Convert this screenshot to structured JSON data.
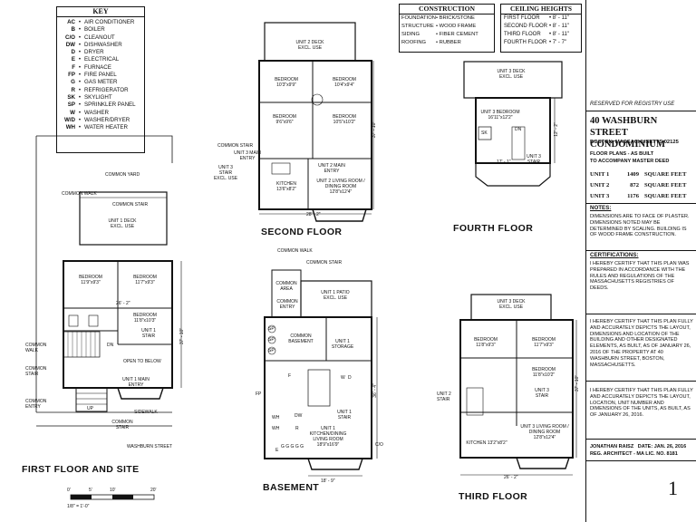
{
  "key": {
    "title": "KEY",
    "items": [
      {
        "code": "AC",
        "label": "AIR CONDITIONER"
      },
      {
        "code": "B",
        "label": "BOILER"
      },
      {
        "code": "C/O",
        "label": "CLEANOUT"
      },
      {
        "code": "DW",
        "label": "DISHWASHER"
      },
      {
        "code": "D",
        "label": "DRYER"
      },
      {
        "code": "E",
        "label": "ELECTRICAL"
      },
      {
        "code": "F",
        "label": "FURNACE"
      },
      {
        "code": "FP",
        "label": "FIRE PANEL"
      },
      {
        "code": "G",
        "label": "GAS METER"
      },
      {
        "code": "R",
        "label": "REFRIGERATOR"
      },
      {
        "code": "SK",
        "label": "SKYLIGHT"
      },
      {
        "code": "SP",
        "label": "SPRINKLER PANEL"
      },
      {
        "code": "W",
        "label": "WASHER"
      },
      {
        "code": "W/D",
        "label": "WASHER/DRYER"
      },
      {
        "code": "WH",
        "label": "WATER HEATER"
      }
    ]
  },
  "construction": {
    "title": "CONSTRUCTION",
    "rows": [
      {
        "label": "FOUNDATION",
        "value": "BRICK/STONE"
      },
      {
        "label": "STRUCTURE",
        "value": "WOOD FRAME"
      },
      {
        "label": "SIDING",
        "value": "FIBER CEMENT"
      },
      {
        "label": "ROOFING",
        "value": "RUBBER"
      }
    ]
  },
  "ceiling": {
    "title": "CEILING HEIGHTS",
    "rows": [
      {
        "label": "FIRST FLOOR",
        "value": "8' - 11\""
      },
      {
        "label": "SECOND FLOOR",
        "value": "8' - 11\""
      },
      {
        "label": "THIRD FLOOR",
        "value": "8' - 11\""
      },
      {
        "label": "FOURTH FLOOR",
        "value": "7' - 7\""
      }
    ]
  },
  "panel": {
    "reserved": "RESERVED FOR REGISTRY USE",
    "title_line1": "40 WASHBURN STREET",
    "title_line2": "CONDOMINIUM",
    "location": "BOSTON, MASSACHUSETTS 02125",
    "subtitle_line1": "FLOOR PLANS - AS BUILT",
    "subtitle_line2": "TO ACCOMPANY MASTER DEED",
    "units": [
      {
        "unit": "UNIT 1",
        "area": "1409",
        "measure": "SQUARE FEET"
      },
      {
        "unit": "UNIT 2",
        "area": "872",
        "measure": "SQUARE FEET"
      },
      {
        "unit": "UNIT 3",
        "area": "1176",
        "measure": "SQUARE FEET"
      }
    ],
    "notes_heading": "NOTES:",
    "notes_text": "DIMENSIONS ARE TO FACE OF PLASTER. DIMENSIONS NOTED MAY BE DETERMINED BY SCALING. BUILDING IS OF WOOD FRAME CONSTRUCTION.",
    "cert_heading": "CERTIFICATIONS:",
    "cert1": "I HEREBY CERTIFY THAT THIS PLAN WAS PREPARED IN ACCORDANCE WITH THE RULES AND REGULATIONS OF THE MASSACHUSETTS REGISTRIES OF DEEDS.",
    "cert2": "I HEREBY CERTIFY THAT THIS PLAN FULLY AND ACCURATELY DEPICTS THE LAYOUT, DIMENSIONS AND LOCATION OF THE BUILDING AND OTHER DESIGNATED ELEMENTS, AS BUILT, AS OF JANUARY 26, 2016 OF THE PROPERTY AT 40 WASHBURN STREET, BOSTON, MASSACHUSETTS.",
    "cert3": "I HEREBY CERTIFY THAT THIS PLAN FULLY AND ACCURATELY DEPICTS THE LAYOUT, LOCATION, UNIT NUMBER AND DIMENSIONS OF THE UNITS, AS BUILT, AS OF JANUARY 26, 2016.",
    "architect": "JONATHAN RAISZ",
    "date": "DATE: JAN. 26, 2016",
    "license": "REG. ARCHITECT - MA LIC. NO. 8181",
    "page_number": "1"
  },
  "titles": {
    "first": "FIRST FLOOR AND SITE",
    "second": "SECOND FLOOR",
    "third": "THIRD FLOOR",
    "fourth": "FOURTH FLOOR",
    "basement": "BASEMENT"
  },
  "scale": {
    "marks": [
      "0'",
      "5'",
      "10'",
      "20'"
    ],
    "ratio": "1/8\" = 1'-0\""
  },
  "first_floor": {
    "common_yard": "COMMON YARD",
    "common_walk": "COMMON WALK",
    "common_stair": "COMMON STAIR",
    "deck": "UNIT 1 DECK EXCL. USE",
    "bedroom_a": "BEDROOM 11'9\"x9'3\"",
    "bedroom_b": "BEDROOM 11'7\"x9'3\"",
    "bedroom_c": "BEDROOM 11'8\"x10'3\"",
    "dim_26": "26' - 2\"",
    "unit_stair": "UNIT 1 STAIR",
    "open_below": "OPEN TO BELOW",
    "main_entry": "UNIT 1 MAIN ENTRY",
    "dn": "DN",
    "up": "UP",
    "left_walk": "COMMON WALK",
    "left_stair": "COMMON STAIR",
    "left_entry": "COMMON ENTRY",
    "sidewalk": "SIDEWALK",
    "bottom_stair": "COMMON STAIR",
    "street": "WASHBURN STREET",
    "dim_37": "37' - 10\""
  },
  "second_floor": {
    "deck": "UNIT 2 DECK EXCL. USE",
    "bedroom_a": "BEDROOM 10'3\"x9'9\"",
    "bedroom_b": "BEDROOM 10'4\"x9'4\"",
    "bedroom_c": "BEDROOM 9'6\"x9'6\"",
    "bedroom_d": "BEDROOM 10'5\"x10'2\"",
    "common_stair": "COMMON STAIR",
    "u3_main": "UNIT 3 MAIN ENTRY",
    "u3_stair": "UNIT 3 STAIR EXCL. USE",
    "u2_main": "UNIT 2 MAIN ENTRY",
    "kitchen": "KITCHEN 13'6\"x8'2\"",
    "living": "UNIT 2 LIVING ROOM / DINING ROOM 12'8\"x12'4\"",
    "dim_w": "28' - 2\"",
    "dim_h": "37' - 10\""
  },
  "fourth_floor": {
    "deck": "UNIT 3 DECK EXCL. USE",
    "bedroom": "UNIT 3 BEDROOM 16'11\"x12'2\"",
    "sk": "SK",
    "dn": "DN",
    "stair": "UNIT 3 STAIR",
    "dim_w": "17' - 1\"",
    "dim_h": "12' - 2\""
  },
  "basement": {
    "common_walk": "COMMON WALK",
    "common_stair": "COMMON STAIR",
    "common_area": "COMMON AREA",
    "common_entry": "COMMON ENTRY",
    "patio": "UNIT 1 PATIO EXCL. USE",
    "common_basement": "COMMON BASEMENT",
    "storage": "UNIT 1 STORAGE",
    "u1_stair": "UNIT 1 STAIR",
    "kitchen": "UNIT 1 KITCHEN/DINING LIVING ROOM 18'9\"x16'9\"",
    "dim_w": "18' - 9\"",
    "dim_h": "36' - 4\"",
    "co": "C/O",
    "fp": "FP",
    "e": "E",
    "wh1": "WH",
    "wh2": "WH",
    "sp1": "SP",
    "sp2": "SP",
    "sp3": "SP",
    "dw": "DW",
    "r": "R",
    "f": "F",
    "w": "W",
    "d": "D",
    "g": "G G G G G"
  },
  "third_floor": {
    "deck": "UNIT 3 DECK EXCL. USE",
    "bedroom_a": "BEDROOM 11'8\"x9'3\"",
    "bedroom_b": "BEDROOM 11'7\"x9'3\"",
    "bedroom_c": "BEDROOM 11'8\"x10'2\"",
    "u3_stair": "UNIT 3 STAIR",
    "u2_stair": "UNIT 2 STAIR",
    "kitchen": "KITCHEN 13'2\"x8'2\"",
    "living": "UNIT 3 LIVING ROOM / DINING ROOM 12'8\"x12'4\"",
    "dim_w": "26' - 2\"",
    "dim_h": "37' - 10\""
  }
}
